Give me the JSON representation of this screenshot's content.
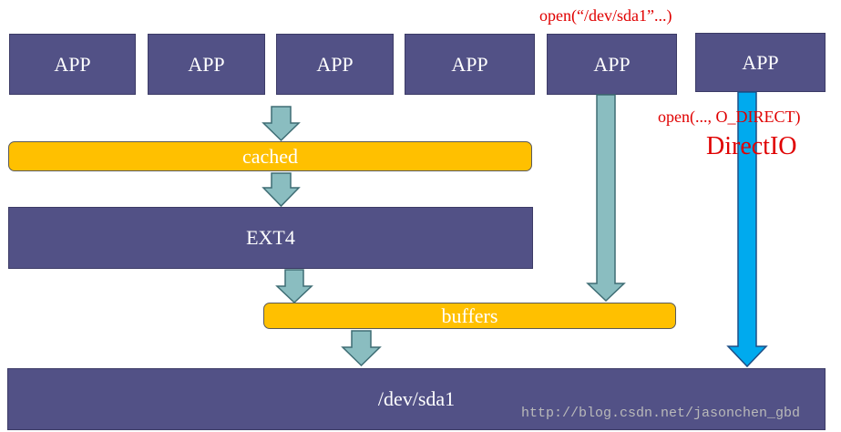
{
  "apps": [
    "APP",
    "APP",
    "APP",
    "APP",
    "APP",
    "APP"
  ],
  "cached_label": "cached",
  "ext4_label": "EXT4",
  "buffers_label": "buffers",
  "device_label": "/dev/sda1",
  "open_call": "open(“/dev/sda1”...)",
  "direct_call": "open(..., O_DIRECT)",
  "direct_io_label": "DirectIO",
  "watermark": "http://blog.csdn.net/jasonchen_gbd",
  "colors": {
    "box_fill": "#525186",
    "cache_fill": "#ffc000",
    "arrow_fill": "#8abdc0",
    "direct_arrow_fill": "#00aaee",
    "annotation": "#e00000"
  }
}
